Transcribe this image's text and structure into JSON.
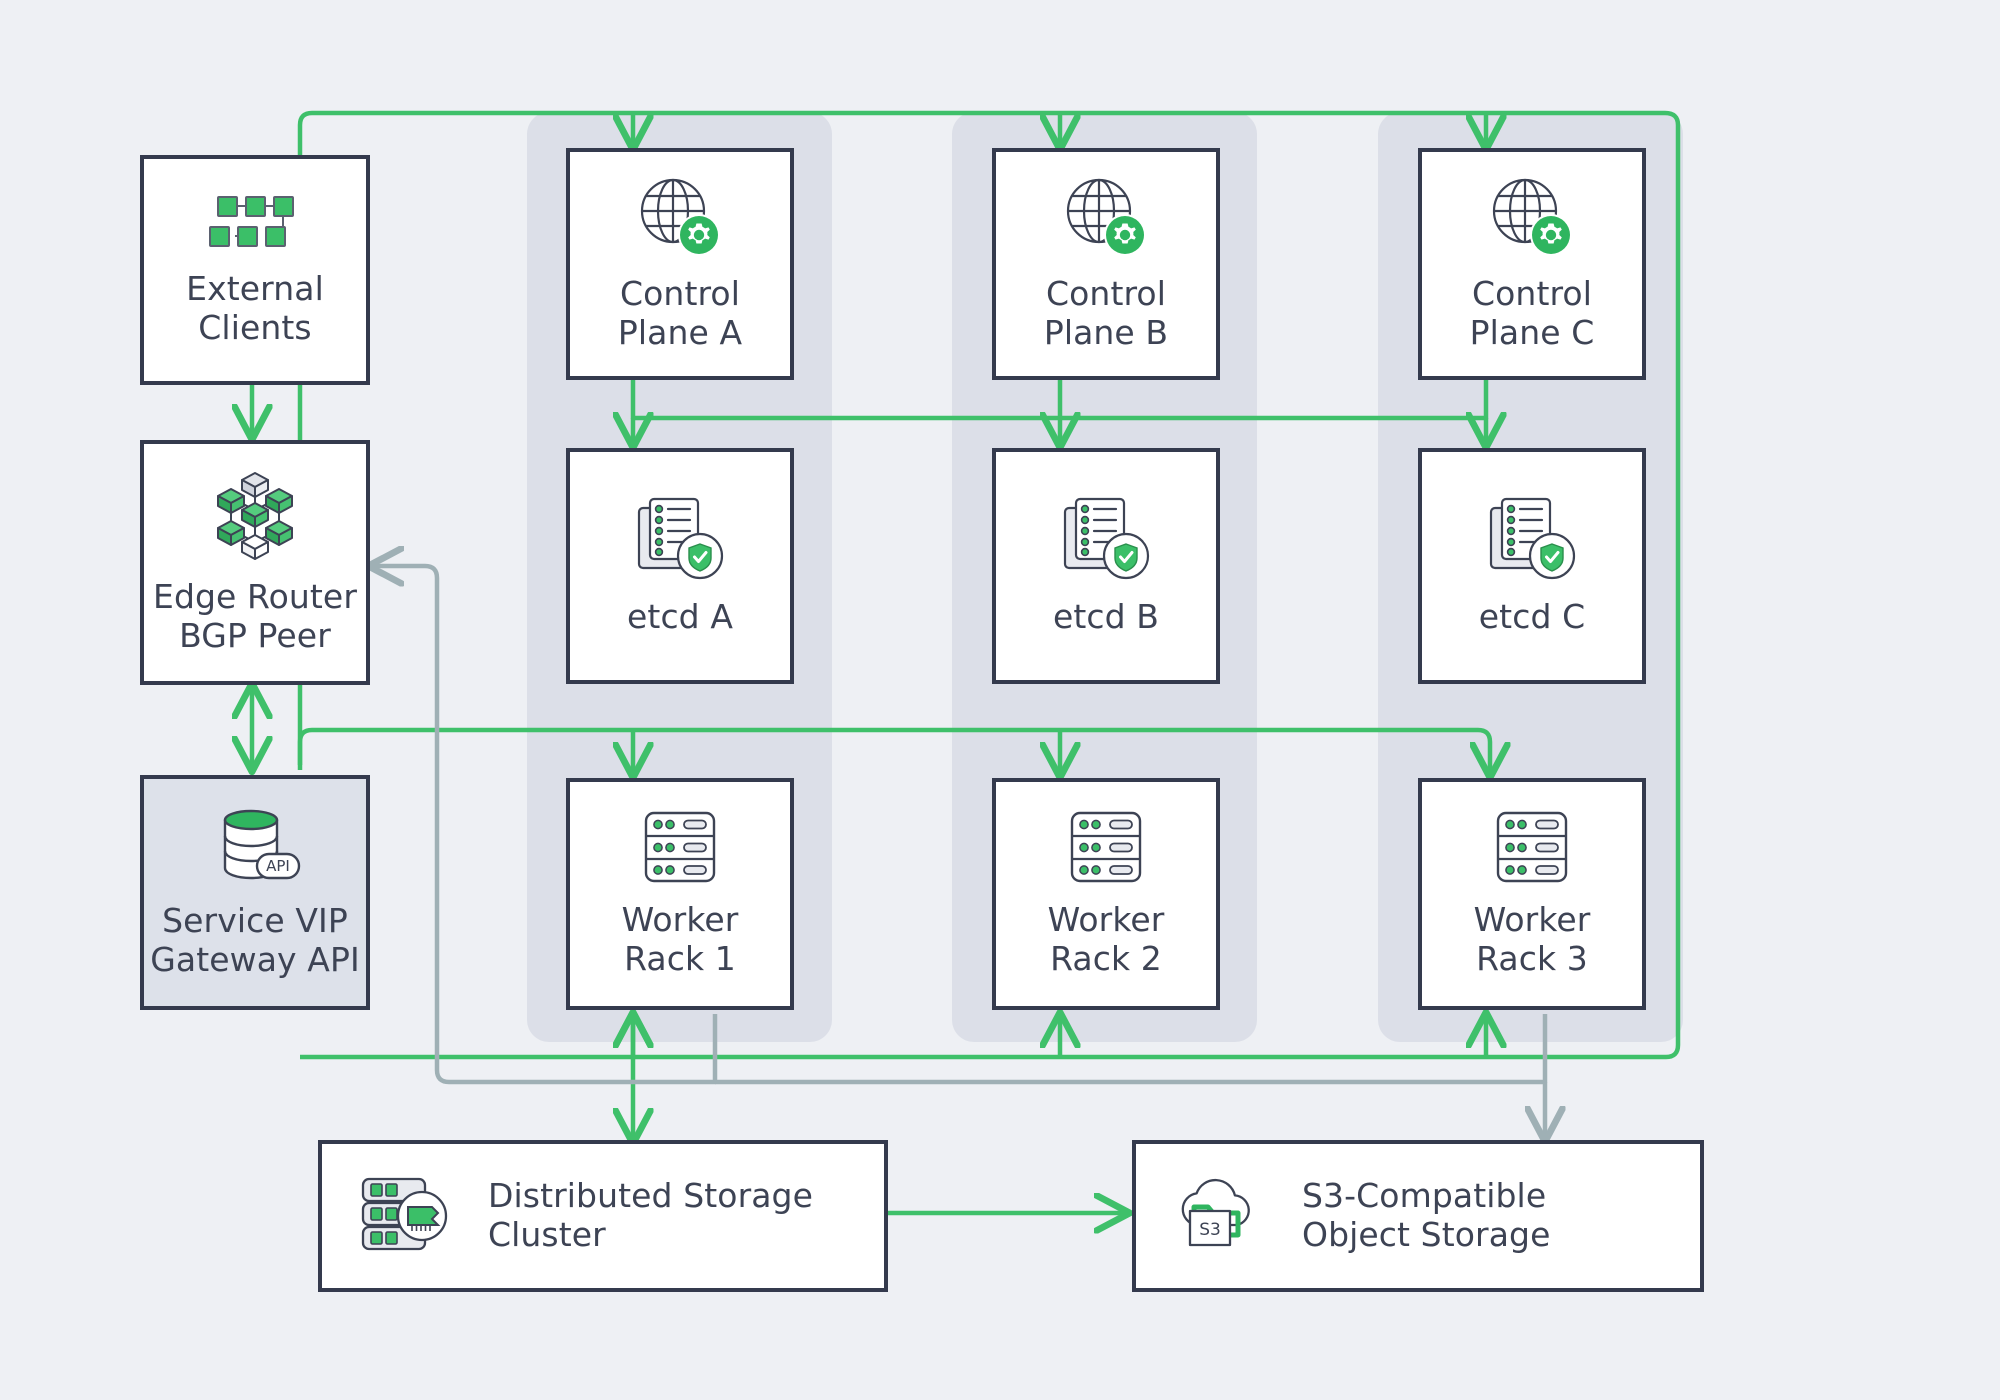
{
  "diagram": {
    "title": "Cluster Architecture Diagram",
    "background_color": "#eef0f4",
    "accent_green": "#3fc06a",
    "node_border": "#343a4d",
    "text_color": "#3d4354",
    "panel_fill": "#dcdfe8",
    "gray_wire": "#9fb0b5"
  },
  "nodes": {
    "external_clients": {
      "label": "External\nClients",
      "icon": "network-nodes-icon",
      "filled": false
    },
    "edge_router": {
      "label": "Edge Router\nBGP Peer",
      "icon": "cube-mesh-icon",
      "filled": false
    },
    "service_vip": {
      "label": "Service VIP\nGateway API",
      "icon": "database-api-icon",
      "filled": true
    },
    "control_plane_a": {
      "label": "Control\nPlane A",
      "icon": "globe-gear-icon",
      "filled": false
    },
    "control_plane_b": {
      "label": "Control\nPlane B",
      "icon": "globe-gear-icon",
      "filled": false
    },
    "control_plane_c": {
      "label": "Control\nPlane C",
      "icon": "globe-gear-icon",
      "filled": false
    },
    "etcd_a": {
      "label": "etcd A",
      "icon": "document-shield-icon",
      "filled": false
    },
    "etcd_b": {
      "label": "etcd B",
      "icon": "document-shield-icon",
      "filled": false
    },
    "etcd_c": {
      "label": "etcd C",
      "icon": "document-shield-icon",
      "filled": false
    },
    "worker_rack_1": {
      "label": "Worker\nRack 1",
      "icon": "server-rack-icon",
      "filled": false
    },
    "worker_rack_2": {
      "label": "Worker\nRack 2",
      "icon": "server-rack-icon",
      "filled": false
    },
    "worker_rack_3": {
      "label": "Worker\nRack 3",
      "icon": "server-rack-icon",
      "filled": false
    },
    "distributed_storage": {
      "label": "Distributed Storage\nCluster",
      "icon": "storage-chip-icon",
      "filled": false
    },
    "object_storage": {
      "label": "S3-Compatible\nObject Storage",
      "icon": "cloud-folder-s3-icon",
      "filled": false,
      "badge_text": "S3"
    }
  },
  "icon_text": {
    "api_badge": "API",
    "s3_badge": "S3"
  },
  "connections": [
    {
      "from": "external_clients",
      "to": "edge_router",
      "style": "green",
      "arrows": "one-way"
    },
    {
      "from": "edge_router",
      "to": "service_vip",
      "style": "green",
      "arrows": "two-way"
    },
    {
      "from": "service_vip",
      "to": "control_plane_a",
      "style": "green",
      "arrows": "one-way"
    },
    {
      "from": "service_vip",
      "to": "control_plane_b",
      "style": "green",
      "arrows": "one-way"
    },
    {
      "from": "service_vip",
      "to": "control_plane_c",
      "style": "green",
      "arrows": "one-way"
    },
    {
      "from": "control_plane_a",
      "to": "etcd_a",
      "style": "green",
      "arrows": "one-way"
    },
    {
      "from": "control_plane_b",
      "to": "etcd_b",
      "style": "green",
      "arrows": "one-way"
    },
    {
      "from": "control_plane_c",
      "to": "etcd_c",
      "style": "green",
      "arrows": "one-way"
    },
    {
      "from": "service_vip",
      "to": "worker_rack_1",
      "style": "green",
      "arrows": "one-way"
    },
    {
      "from": "service_vip",
      "to": "worker_rack_2",
      "style": "green",
      "arrows": "one-way"
    },
    {
      "from": "service_vip",
      "to": "worker_rack_3",
      "style": "green",
      "arrows": "one-way"
    },
    {
      "from": "worker_rack_1",
      "to": "distributed_storage",
      "style": "green",
      "arrows": "two-way"
    },
    {
      "from": "worker_rack_2",
      "to": "distributed_storage",
      "style": "green",
      "arrows": "one-way"
    },
    {
      "from": "worker_rack_3",
      "to": "distributed_storage",
      "style": "green",
      "arrows": "one-way"
    },
    {
      "from": "distributed_storage",
      "to": "object_storage",
      "style": "green",
      "arrows": "one-way"
    },
    {
      "from": "worker_rack_3",
      "to": "object_storage",
      "style": "gray",
      "arrows": "one-way"
    },
    {
      "from": "worker_rack_1",
      "to": "edge_router",
      "style": "gray",
      "arrows": "one-way"
    }
  ]
}
